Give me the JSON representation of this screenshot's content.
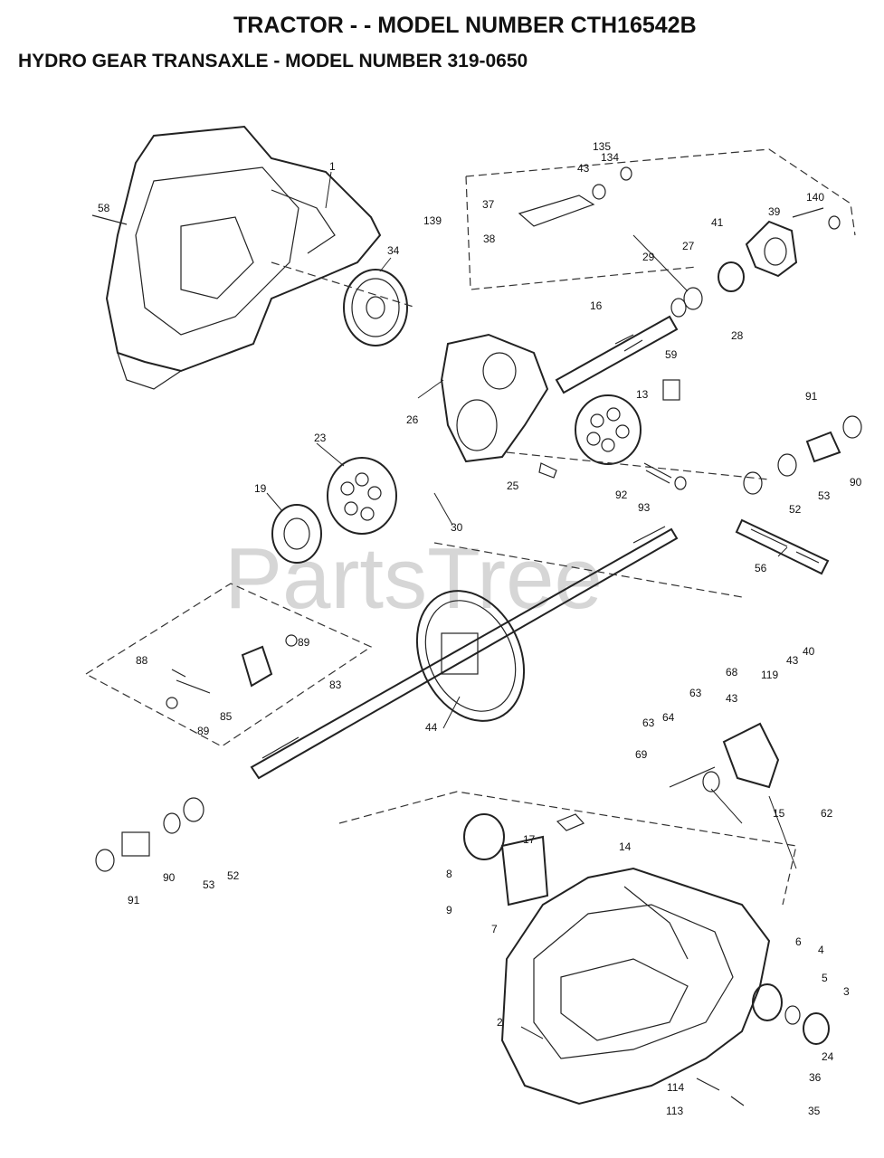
{
  "title": {
    "line1": "TRACTOR - - MODEL NUMBER CTH16542B",
    "line2": "HYDRO GEAR TRANSAXLE - MODEL NUMBER 319-0650"
  },
  "watermark": "PartsTree",
  "callouts": {
    "p1": "1",
    "p2": "2",
    "p3": "3",
    "p4": "4",
    "p5": "5",
    "p6": "6",
    "p7": "7",
    "p8": "8",
    "p9": "9",
    "p13": "13",
    "p14": "14",
    "p15": "15",
    "p16": "16",
    "p17": "17",
    "p19": "19",
    "p23": "23",
    "p24": "24",
    "p25": "25",
    "p26": "26",
    "p27": "27",
    "p28": "28",
    "p29": "29",
    "p30": "30",
    "p34": "34",
    "p35": "35",
    "p36": "36",
    "p37": "37",
    "p38": "38",
    "p39": "39",
    "p40": "40",
    "p41": "41",
    "p43a": "43",
    "p43b": "43",
    "p43c": "43",
    "p44": "44",
    "p52a": "52",
    "p52b": "52",
    "p53a": "53",
    "p53b": "53",
    "p56": "56",
    "p58": "58",
    "p59": "59",
    "p62": "62",
    "p63a": "63",
    "p63b": "63",
    "p64": "64",
    "p68": "68",
    "p69": "69",
    "p83": "83",
    "p85": "85",
    "p88": "88",
    "p89a": "89",
    "p89b": "89",
    "p90a": "90",
    "p90b": "90",
    "p91a": "91",
    "p91b": "91",
    "p92": "92",
    "p93": "93",
    "p113": "113",
    "p114": "114",
    "p119": "119",
    "p134": "134",
    "p135": "135",
    "p139": "139",
    "p140": "140"
  }
}
